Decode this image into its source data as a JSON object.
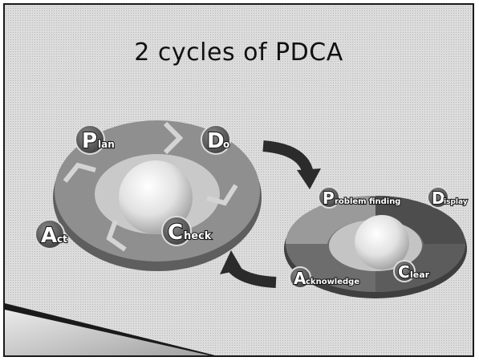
{
  "slide": {
    "title": "2 cycles of PDCA"
  },
  "cycle1": {
    "plan": {
      "initial": "P",
      "rest": "lan"
    },
    "do": {
      "initial": "D",
      "rest": "o"
    },
    "check": {
      "initial": "C",
      "rest": "heck"
    },
    "act": {
      "initial": "A",
      "rest": "ct"
    }
  },
  "cycle2": {
    "problem": {
      "initial": "P",
      "rest": "roblem finding"
    },
    "display": {
      "initial": "D",
      "rest": "isplay"
    },
    "clear": {
      "initial": "C",
      "rest": "lear"
    },
    "acknowledge": {
      "initial": "A",
      "rest": "cknowledge"
    }
  },
  "colors": {
    "ring_light": "#8e8e8e",
    "ring_dark": "#4a4a4a",
    "badge": "#5a5a5a",
    "sphere": "#f2f2f2",
    "arrow": "#2b2b2b"
  }
}
